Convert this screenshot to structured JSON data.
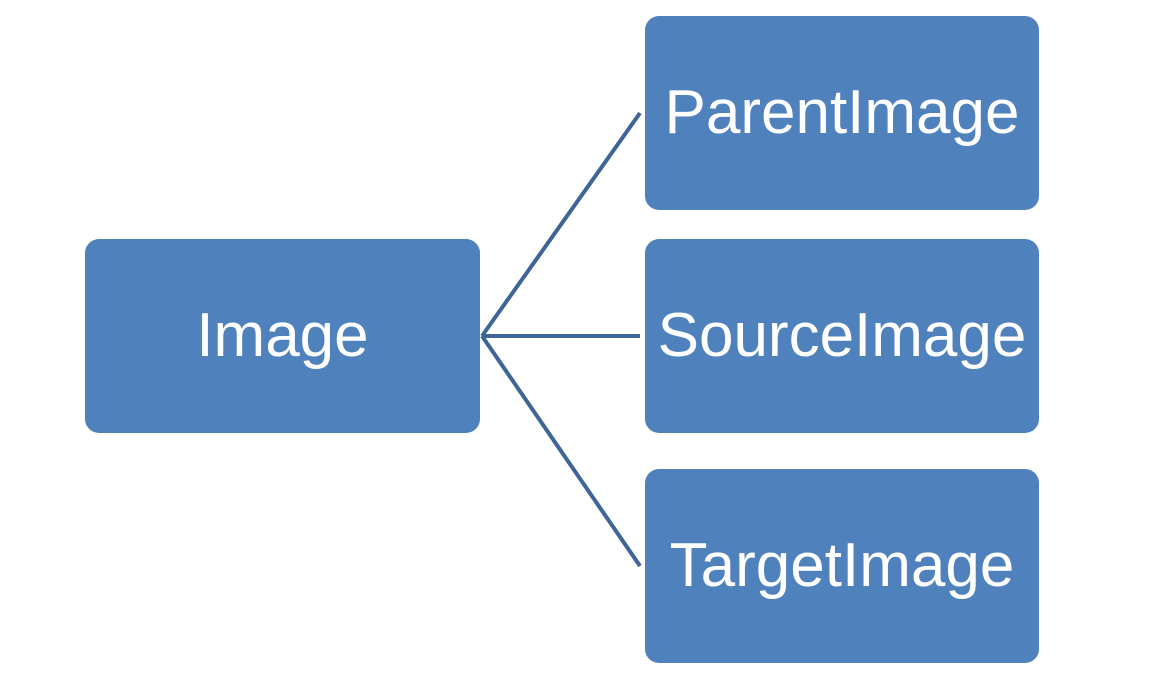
{
  "diagram": {
    "root": {
      "label": "Image"
    },
    "children": [
      {
        "label": "ParentImage"
      },
      {
        "label": "SourceImage"
      },
      {
        "label": "TargetImage"
      }
    ],
    "colors": {
      "node_fill": "#4f81bd",
      "node_text": "#ffffff",
      "connector": "#3e6596"
    }
  }
}
